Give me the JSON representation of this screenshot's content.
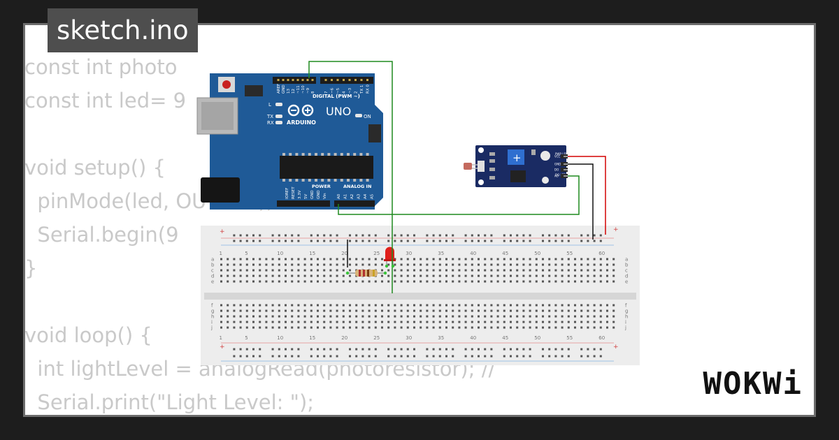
{
  "tab": {
    "title": "sketch.ino"
  },
  "code": {
    "lines": [
      "const int photo",
      "const int led= 9",
      "",
      "void setup() {",
      "  pinMode(led, OUTPUT);",
      "  Serial.begin(9",
      "}",
      "",
      "void loop() {",
      "  int lightLevel = analogRead(photoresistor); //",
      "  Serial.print(\"Light Level: \"); "
    ]
  },
  "arduino": {
    "model": "UNO",
    "brand": "ARDUINO",
    "digital_header": "DIGITAL (PWM ~)",
    "power_label": "POWER",
    "analog_label": "ANALOG IN",
    "on_label": "ON",
    "tx": "TX",
    "rx": "RX",
    "l": "L",
    "digital_pins": [
      "AREF",
      "GND",
      "13",
      "12",
      "~11",
      "~10",
      "~9",
      "8",
      "7",
      "~6",
      "~5",
      "4",
      "~3",
      "2",
      "TX 1",
      "RX 0"
    ],
    "power_pins": [
      "IOREF",
      "RESET",
      "3.3V",
      "5V",
      "GND",
      "GND",
      "Vin"
    ],
    "analog_pins": [
      "A0",
      "A1",
      "A2",
      "A3",
      "A4",
      "A5"
    ],
    "board_color": "#1f5a97"
  },
  "sensor": {
    "pins": [
      "VCC",
      "GND",
      "DO",
      "AO"
    ],
    "labels": [
      "PWR LED",
      "DO LED"
    ],
    "board_color": "#1a2b63"
  },
  "breadboard": {
    "column_numbers": [
      "1",
      "5",
      "10",
      "15",
      "20",
      "25",
      "30",
      "35",
      "40",
      "45",
      "50",
      "55",
      "60"
    ],
    "row_letters_top": [
      "a",
      "b",
      "c",
      "d",
      "e"
    ],
    "row_letters_bottom": [
      "f",
      "g",
      "h",
      "i",
      "j"
    ],
    "plus": "+",
    "minus": "-"
  },
  "wire_colors": {
    "green": "#1e8a1e",
    "black": "#111111",
    "red": "#d40000"
  },
  "logo": {
    "text": "WOKWi"
  }
}
